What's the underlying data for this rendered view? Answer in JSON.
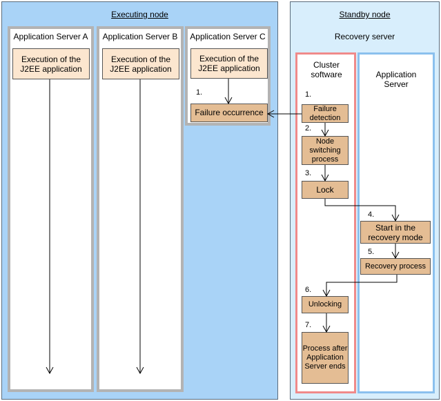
{
  "executing_node": {
    "title": "Executing node",
    "servers": [
      {
        "title": "Application Server A",
        "box": "Execution of the J2EE application"
      },
      {
        "title": "Application Server B",
        "box": "Execution of the J2EE application"
      },
      {
        "title": "Application Server C",
        "box": "Execution of the J2EE application",
        "step_label": "1.",
        "failure_box": "Failure occurrence"
      }
    ]
  },
  "standby_node": {
    "title": "Standby node",
    "subtitle": "Recovery server",
    "cluster_title": "Cluster software",
    "appserver_title": "Application Server",
    "steps": [
      {
        "label": "1.",
        "text": "Failure detection"
      },
      {
        "label": "2.",
        "text": "Node switching process"
      },
      {
        "label": "3.",
        "text": "Lock"
      },
      {
        "label": "4.",
        "text": "Start in the recovery mode"
      },
      {
        "label": "5.",
        "text": "Recovery process"
      },
      {
        "label": "6.",
        "text": "Unlocking"
      },
      {
        "label": "7.",
        "text": "Process after Application Server ends"
      }
    ]
  },
  "colors": {
    "executing_bg": "#a9d3f7",
    "standby_bg": "#d8eefc",
    "light_box": "#fce6cf",
    "dark_box": "#e4bd94",
    "cluster_border": "#f08a8a",
    "appserver_border": "#8bc0ee",
    "server_border": "#b3b3b3"
  }
}
